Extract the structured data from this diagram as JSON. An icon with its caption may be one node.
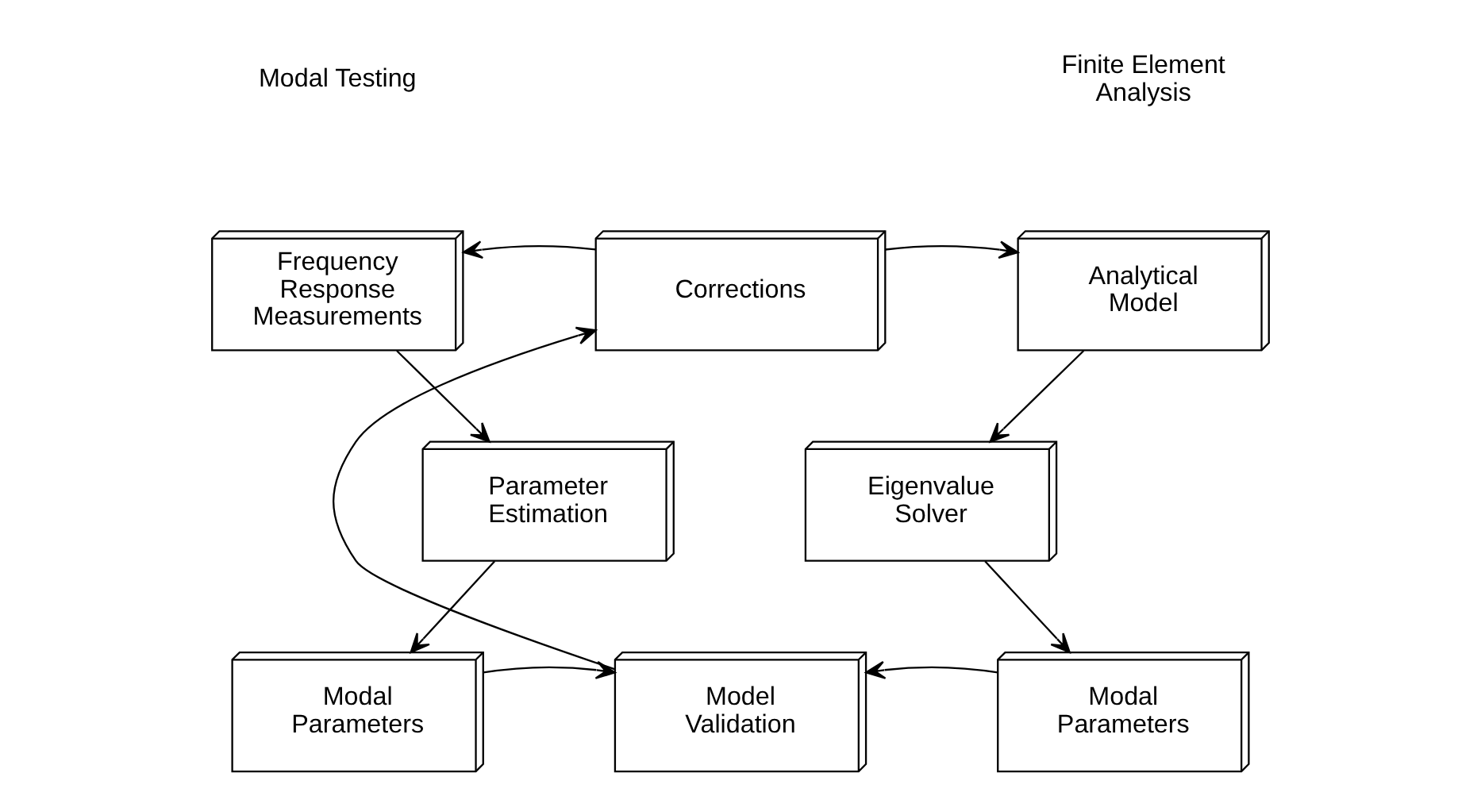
{
  "diagram": {
    "nodes": [
      {
        "text": [
          "Frequency Response Measurements"
        ]
      },
      {
        "text": [
          "Parameter Estimation"
        ]
      },
      {
        "text": [
          "Modal Parameters"
        ]
      },
      {
        "text": [
          "Corrections"
        ]
      },
      {
        "text": [
          "Model Validation"
        ]
      },
      {
        "text": [
          "Analytical Model"
        ]
      },
      {
        "text": [
          "Eigenvalue Solver"
        ]
      },
      {
        "text": [
          "Modal Parameters"
        ]
      }
    ],
    "edges": [
      {
        "from": 3,
        "to": 0,
        "arrow": "to"
      },
      {
        "from": 3,
        "to": 5,
        "arrow": "to"
      },
      {
        "from": 0,
        "to": 1,
        "arrow": "to"
      },
      {
        "from": 1,
        "to": 2,
        "arrow": "to"
      },
      {
        "from": 2,
        "to": 4,
        "arrow": "to"
      },
      {
        "from": 4,
        "to": 3,
        "arrow": "to"
      },
      {
        "from": 5,
        "to": 6,
        "arrow": "to"
      },
      {
        "from": 6,
        "to": 7,
        "arrow": "to"
      },
      {
        "from": 7,
        "to": 4,
        "arrow": "to"
      }
    ],
    "labels": [
      "Modal Testing",
      "Finite Element Analysis"
    ]
  }
}
